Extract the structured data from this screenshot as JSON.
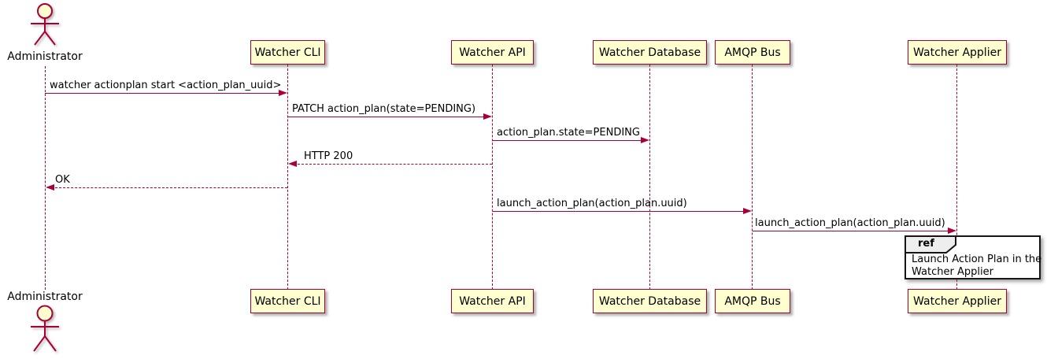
{
  "diagram": {
    "type": "sequence",
    "tool_style": "plantuml"
  },
  "colors": {
    "background": "#FFFFFF",
    "participant_fill": "#FEFECE",
    "participant_border": "#A80036",
    "lifeline": "#A80036",
    "arrow": "#A80036",
    "text": "#000000",
    "ref_border": "#161616",
    "ref_header_fill": "#EEEEEE"
  },
  "actor": {
    "name": "Administrator"
  },
  "participants": [
    {
      "name": "Watcher CLI"
    },
    {
      "name": "Watcher API"
    },
    {
      "name": "Watcher Database"
    },
    {
      "name": "AMQP Bus"
    },
    {
      "name": "Watcher Applier"
    }
  ],
  "messages": [
    {
      "from": "Administrator",
      "to": "Watcher CLI",
      "text": "watcher actionplan start <action_plan_uuid>",
      "style": "solid"
    },
    {
      "from": "Watcher CLI",
      "to": "Watcher API",
      "text": "PATCH action_plan(state=PENDING)",
      "style": "solid"
    },
    {
      "from": "Watcher API",
      "to": "Watcher Database",
      "text": "action_plan.state=PENDING",
      "style": "solid"
    },
    {
      "from": "Watcher API",
      "to": "Watcher CLI",
      "text": "HTTP 200",
      "style": "dashed"
    },
    {
      "from": "Watcher CLI",
      "to": "Administrator",
      "text": "OK",
      "style": "dashed"
    },
    {
      "from": "Watcher API",
      "to": "AMQP Bus",
      "text": "launch_action_plan(action_plan.uuid)",
      "style": "solid"
    },
    {
      "from": "AMQP Bus",
      "to": "Watcher Applier",
      "text": "launch_action_plan(action_plan.uuid)",
      "style": "solid"
    }
  ],
  "fragment": {
    "keyword": "ref",
    "over": "Watcher Applier",
    "lines": [
      "Launch Action Plan in the",
      "Watcher Applier"
    ]
  }
}
